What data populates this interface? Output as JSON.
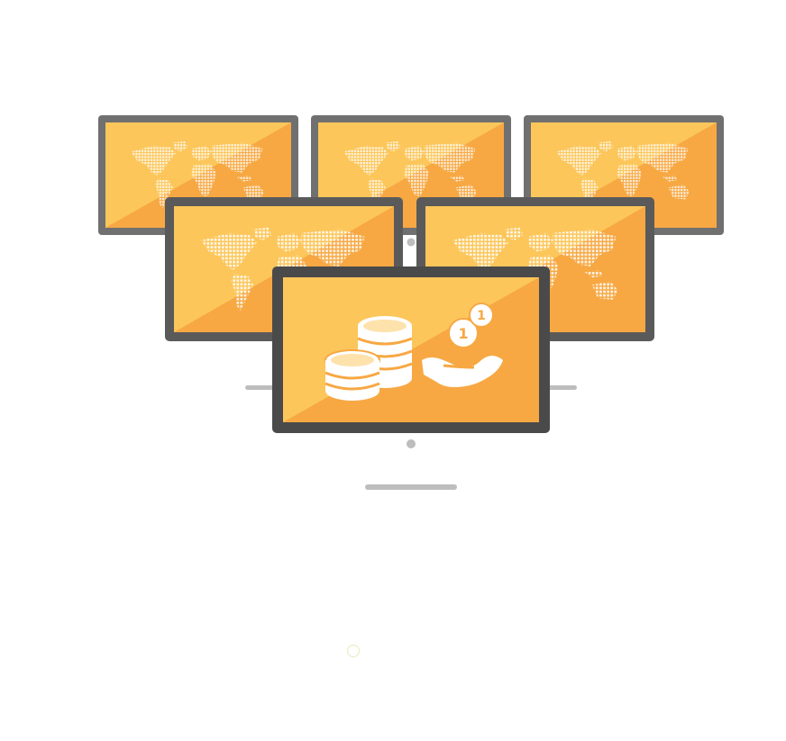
{
  "illustration": {
    "subject": "monitor-grid",
    "colors": {
      "frame": "#4a4a4a",
      "frame_back": "#6f6f6f",
      "screen_light": "#fbc152",
      "screen_dark": "#f6a03c",
      "icon_fill": "#ffffff",
      "stand": "#bdbdbd"
    },
    "monitors": [
      {
        "id": "back-left",
        "icon": "world-map-icon"
      },
      {
        "id": "back-center",
        "icon": "world-map-icon"
      },
      {
        "id": "back-right",
        "icon": "world-map-icon"
      },
      {
        "id": "middle-left",
        "icon": "world-map-icon"
      },
      {
        "id": "middle-right",
        "icon": "world-map-icon"
      },
      {
        "id": "front",
        "icon": "coins-in-hand-icon"
      }
    ],
    "coin_labels": [
      "1",
      "1"
    ]
  },
  "loading_indicator": {
    "icon": "loading-spinner-icon"
  }
}
